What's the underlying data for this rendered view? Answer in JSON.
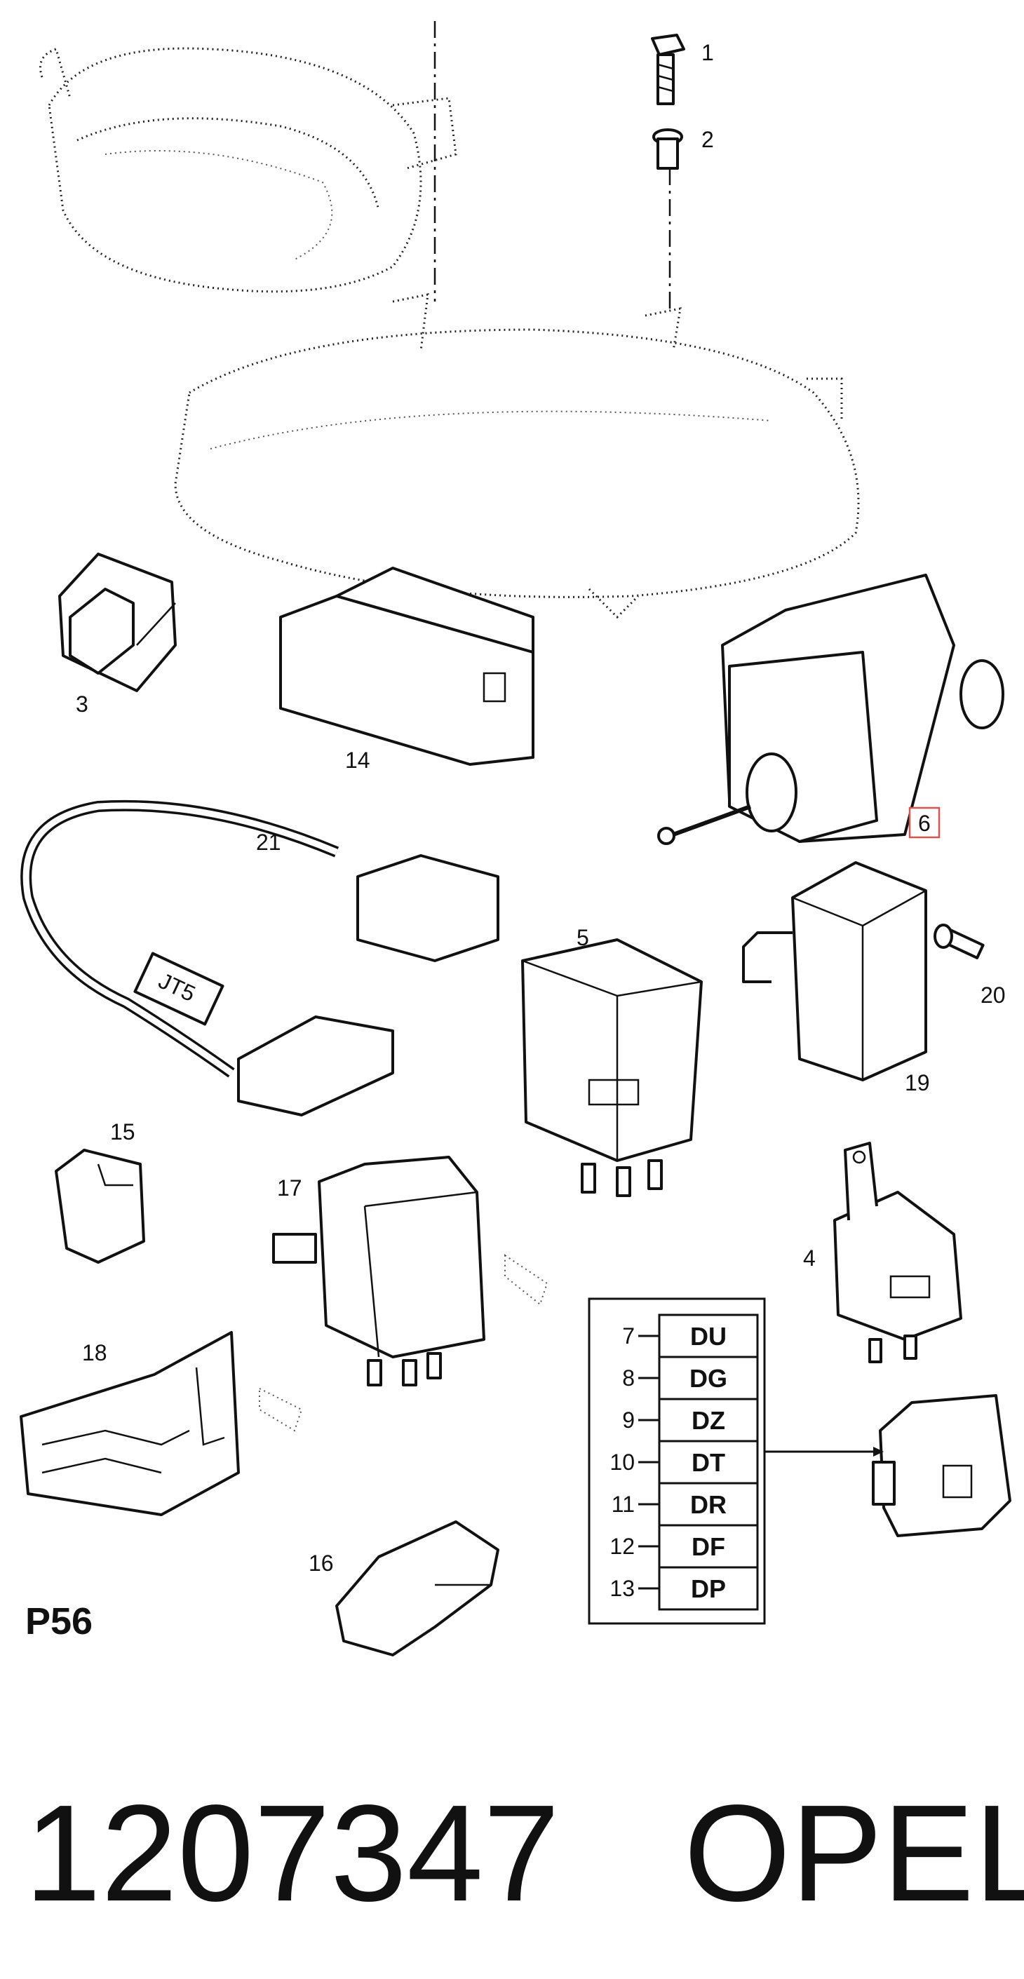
{
  "diagram": {
    "plate_code": "P56",
    "part_number": "1207347",
    "brand": "OPEL",
    "highlighted_callout": "6",
    "highlight_color": "#d9534f",
    "callouts": [
      "1",
      "2",
      "3",
      "4",
      "5",
      "14",
      "15",
      "16",
      "17",
      "18",
      "19",
      "20",
      "21"
    ],
    "switch_table": {
      "rows": [
        {
          "num": "7",
          "code": "DU"
        },
        {
          "num": "8",
          "code": "DG"
        },
        {
          "num": "9",
          "code": "DZ"
        },
        {
          "num": "10",
          "code": "DT"
        },
        {
          "num": "11",
          "code": "DR"
        },
        {
          "num": "12",
          "code": "DF"
        },
        {
          "num": "13",
          "code": "DP"
        }
      ]
    },
    "cable_label": "JT5"
  }
}
